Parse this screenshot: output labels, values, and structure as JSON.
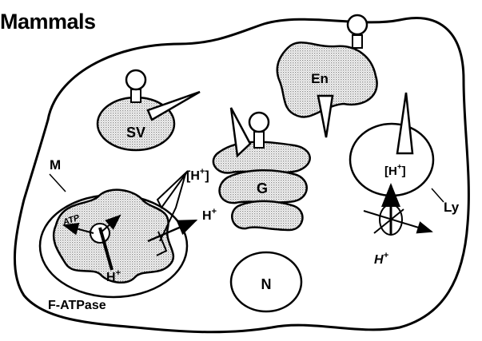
{
  "title": "Mammals",
  "labels": {
    "sv": "SV",
    "en": "En",
    "g": "G",
    "n": "N",
    "m": "M",
    "ly": "Ly",
    "atp": "ATP",
    "f_atpase": "F-ATPase",
    "h_plus": "H",
    "plus": "+",
    "bracket_h_left": "[H",
    "bracket_h_right": "]"
  },
  "colors": {
    "stroke": "#000000",
    "stipple": "#d9d9d9",
    "background": "#ffffff"
  }
}
